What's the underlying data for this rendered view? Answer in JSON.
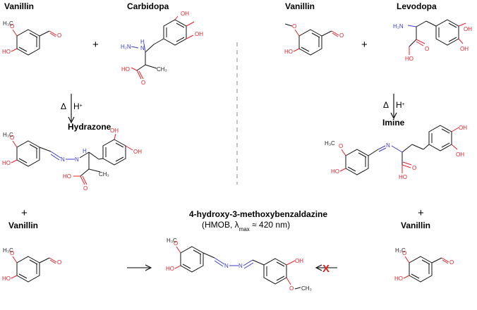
{
  "labels": {
    "vanillin_top_left": "Vanillin",
    "carbidopa": "Carbidopa",
    "vanillin_top_right": "Vanillin",
    "levodopa": "Levodopa",
    "hydrazone": "Hydrazone",
    "imine": "Imine",
    "vanillin_mid_left": "Vanillin",
    "vanillin_mid_right": "Vanillin",
    "product_name": "4-hydroxy-3-methoxybenzaldazine",
    "product_sub_prefix": "(HMOB, λ",
    "product_sub_subscript": "max",
    "product_sub_suffix": " ≈ 420 nm)"
  },
  "conditions": {
    "heat": "Δ",
    "acid": "H",
    "acid_charge": "+"
  },
  "symbols": {
    "plus": "+",
    "blocked": "X"
  },
  "atoms": {
    "oh": "HO",
    "oh_r": "OH",
    "o": "O",
    "h3c": "H₃C",
    "ch3": "CH₃",
    "methyl": "CH₃",
    "n": "N",
    "nh": "H",
    "h2n": "H₂N",
    "hn": "HN",
    "nh2": "NH₂",
    "h": "H"
  },
  "colors": {
    "oxygen": "#e8202a",
    "nitrogen": "#3b3bc9",
    "cross": "#d8261e"
  }
}
